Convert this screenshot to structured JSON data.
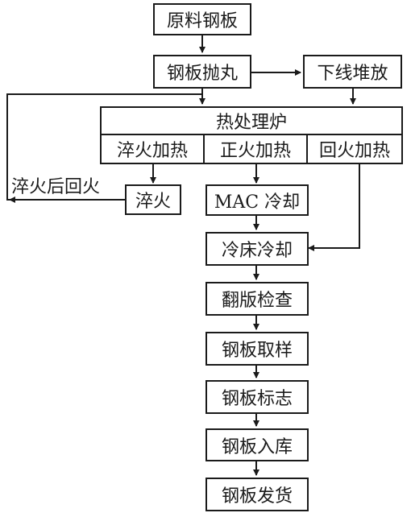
{
  "nodes": {
    "raw_steel": "原料钢板",
    "shot_blast": "钢板抛丸",
    "offline_stack": "下线堆放",
    "furnace": "热处理炉",
    "quench_heat": "淬火加热",
    "normalize_heat": "正火加热",
    "temper_heat": "回火加热",
    "quench": "淬火",
    "mac_cool": "MAC 冷却",
    "cooling_bed": "冷床冷却",
    "flip_inspect": "翻版检查",
    "sampling": "钢板取样",
    "marking": "钢板标志",
    "storage": "钢板入库",
    "shipping": "钢板发货"
  },
  "edge_labels": {
    "temper_after_quench": "淬火后回火"
  },
  "colors": {
    "stroke": "#1a1a1a",
    "background": "#ffffff"
  }
}
